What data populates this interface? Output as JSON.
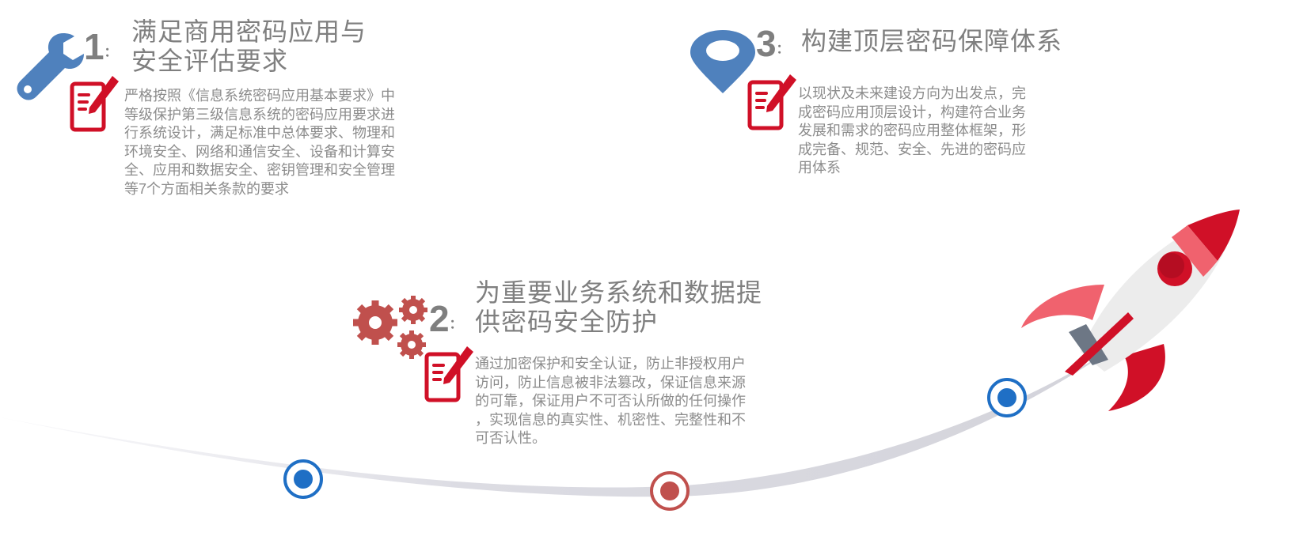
{
  "items": [
    {
      "number": "1",
      "colon": "：",
      "title_lines": [
        "满足商用密码应用与",
        "安全评估要求"
      ],
      "body_lines": [
        "严格按照《信息系统密码应用基本要求》中",
        "等级保护第三级信息系统的密码应用要求进",
        "行系统设计，满足标准中总体要求、物理和",
        "环境安全、网络和通信安全、设备和计算安",
        "全、应用和数据安全、密钥管理和安全管理",
        "等7个方面相关条款的要求"
      ],
      "icon": "wrench-icon"
    },
    {
      "number": "2",
      "colon": "：",
      "title_lines": [
        "为重要业务系统和数据提",
        "供密码安全防护"
      ],
      "body_lines": [
        "通过加密保护和安全认证，防止非授权用户",
        "访问，防止信息被非法篡改，保证信息来源",
        "的可靠，保证用户不可否认所做的任何操作",
        "，实现信息的真实性、机密性、完整性和不",
        "可否认性。"
      ],
      "icon": "gears-icon"
    },
    {
      "number": "3",
      "colon": "：",
      "title_lines": [
        "构建顶层密码保障体系"
      ],
      "body_lines": [
        "以现状及未来建设方向为出发点，完",
        "成密码应用顶层设计，构建符合业务",
        "发展和需求的密码应用整体框架，形",
        "成完备、规范、安全、先进的密码应",
        "用体系"
      ],
      "icon": "location-pin-icon"
    }
  ],
  "colors": {
    "blue": "#4f81bd",
    "red": "#c0504d",
    "crimson": "#d01027",
    "gray_text": "#7f7f7f",
    "dot_blue": "#1f6fc5"
  }
}
